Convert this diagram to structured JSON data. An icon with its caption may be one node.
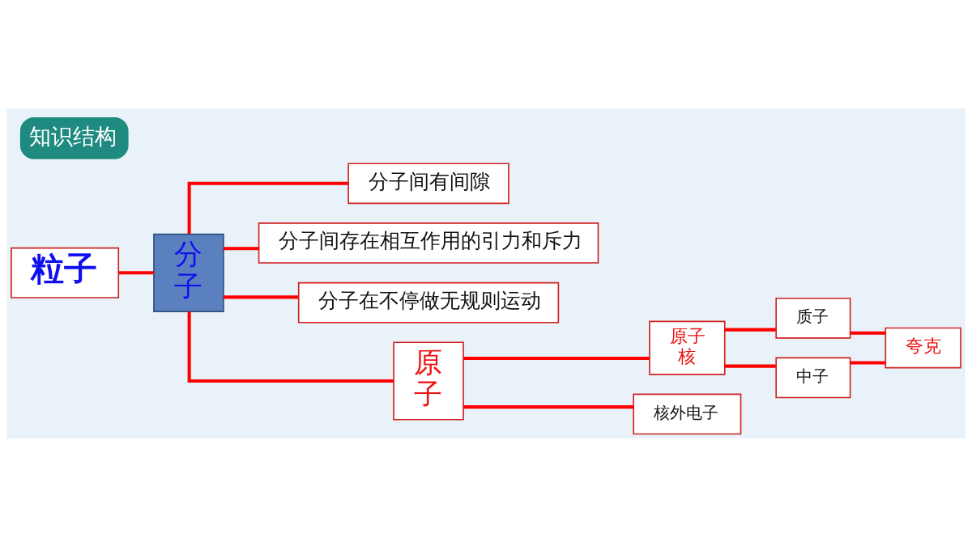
{
  "diagram": {
    "title": "知识结构",
    "nodes": [
      {
        "text": [
          "粒子"
        ]
      },
      {
        "text": [
          "分子"
        ]
      },
      {
        "text": [
          "分子间有间隙"
        ]
      },
      {
        "text": [
          "分子间存在相互作用的引力和斥力"
        ]
      },
      {
        "text": [
          "分子在不停做无规则运动"
        ]
      },
      {
        "text": [
          "原子"
        ]
      },
      {
        "text": [
          "原子核"
        ]
      },
      {
        "text": [
          "核外电子"
        ]
      },
      {
        "text": [
          "质子"
        ]
      },
      {
        "text": [
          "中子"
        ]
      },
      {
        "text": [
          "夸克"
        ]
      }
    ],
    "edges": [
      {
        "from": 0,
        "to": 1,
        "arrow": "none"
      },
      {
        "from": 1,
        "to": 2,
        "arrow": "none"
      },
      {
        "from": 1,
        "to": 3,
        "arrow": "none"
      },
      {
        "from": 1,
        "to": 4,
        "arrow": "none"
      },
      {
        "from": 1,
        "to": 5,
        "arrow": "none"
      },
      {
        "from": 5,
        "to": 6,
        "arrow": "none"
      },
      {
        "from": 5,
        "to": 7,
        "arrow": "none"
      },
      {
        "from": 6,
        "to": 8,
        "arrow": "none"
      },
      {
        "from": 6,
        "to": 9,
        "arrow": "none"
      },
      {
        "from": 8,
        "to": 10,
        "arrow": "none"
      },
      {
        "from": 9,
        "to": 10,
        "arrow": "none"
      }
    ]
  }
}
